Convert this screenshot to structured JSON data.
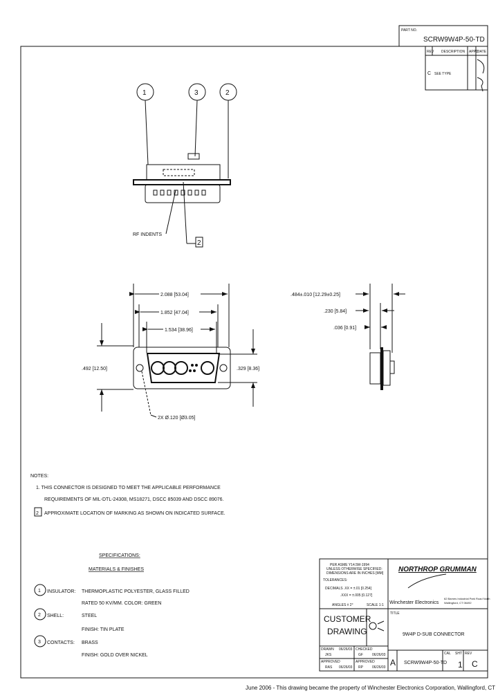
{
  "part_number_box": {
    "label": "PART NO.",
    "value": "SCRW9W4P-50-TD"
  },
  "revision_table": {
    "headers": [
      "REV",
      "DESCRIPTION",
      "APPD",
      "DATE"
    ],
    "rows": [
      {
        "rev": "C",
        "description": "SEE TYPE"
      }
    ]
  },
  "top_view": {
    "balloons": [
      "1",
      "3",
      "2"
    ],
    "rf_indents_label": "RF INDENTS",
    "marking_flag": "2"
  },
  "front_view": {
    "dim_overall": "2.088 [53.04]",
    "dim_mount": "1.852 [47.04]",
    "dim_insert": "1.534 [38.96]",
    "dim_height": ".492 [12.50]",
    "dim_insert_height": ".329 [8.36]",
    "dim_holes": "2X Ø.120 [Ø3.05]"
  },
  "side_view": {
    "dim_depth": ".484±.010 [12.29±0.25]",
    "dim_shell": ".230 [5.84]",
    "dim_flange": ".036 [0.91]"
  },
  "notes": {
    "title": "NOTES:",
    "items": [
      "1. THIS CONNECTOR IS DESIGNED TO MEET THE APPLICABLE PERFORMANCE",
      "REQUIREMENTS OF MIL-DTL-24308, MS18271, DSCC 85039 AND DSCC 89076.",
      "APPROXIMATE LOCATION OF MARKING AS SHOWN ON INDICATED SURFACE."
    ],
    "flag_2": "2"
  },
  "specifications": {
    "title": "SPECIFICATIONS:",
    "subtitle": "MATERIALS & FINISHES",
    "items": [
      {
        "num": "1",
        "label": "INSULATOR:",
        "lines": [
          "THERMOPLASTIC POLYESTER, GLASS FILLED",
          "RATED 50 KV/MM. COLOR: GREEN"
        ]
      },
      {
        "num": "2",
        "label": "SHELL:",
        "lines": [
          "STEEL",
          "FINISH: TIN PLATE"
        ]
      },
      {
        "num": "3",
        "label": "CONTACTS:",
        "lines": [
          "BRASS",
          "FINISH: GOLD OVER NICKEL"
        ]
      }
    ]
  },
  "title_block": {
    "tolerance_lines": [
      "PER ASME Y14.5M-1994",
      "UNLESS OTHERWISE SPECIFIED:",
      "DIMENSIONS ARE IN INCHES [MM]",
      "TOLERANCES:",
      "DECIMALS .XX = ±.01 [0.254]",
      ".XXX = ±.005 [0.127]",
      "ANGLES ± 2°"
    ],
    "scale": "SCALE 1:1",
    "company": "NORTHROP GRUMMAN",
    "division": "Winchester Electronics",
    "address": [
      "62 Barnes Industrial Park Road North",
      "Wallingford, CT 06492"
    ],
    "customer_drawing": [
      "CUSTOMER",
      "DRAWING"
    ],
    "title_label": "TITLE",
    "title": "9W4P D-SUB CONNECTOR",
    "drawn_label": "DRAWN",
    "drawn_by": "JKS",
    "drawn_date": "06/26/03",
    "checked_label": "CHECKED",
    "checked_by": "GF",
    "checked_date": "06/26/03",
    "approved_label": "APPROVED",
    "approved_by": "RAS",
    "approved_date": "06/26/03",
    "approved2_label": "APPROVED",
    "approved2_by": "RP",
    "approved2_date": "06/26/03",
    "size": "A",
    "dwg_no": "SCRW9W4P-50-TD",
    "cal_label": "CAL",
    "sheet_label": "SHT",
    "sheet": "1",
    "rev_label": "REV",
    "rev": "C"
  },
  "footer": "June 2006 - This drawing became the property of Winchester Electronics Corporation, Wallingford, CT"
}
